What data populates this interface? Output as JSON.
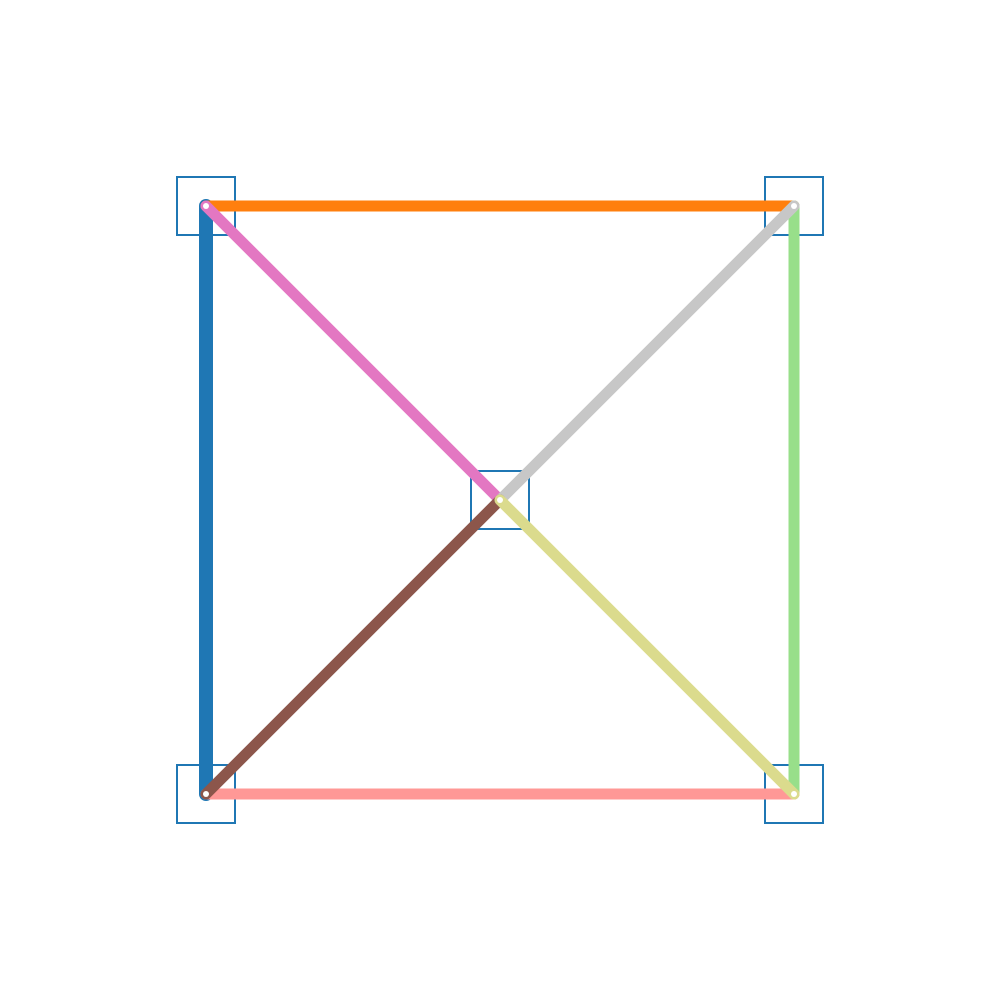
{
  "diagram": {
    "type": "graph",
    "background": "#ffffff",
    "node_box_color": "#1f77b4",
    "node_dot_color": "#ffffff",
    "nodes": [
      {
        "id": "top-left"
      },
      {
        "id": "top-right"
      },
      {
        "id": "bottom-left"
      },
      {
        "id": "bottom-right"
      },
      {
        "id": "center"
      }
    ],
    "edges": [
      {
        "id": "left",
        "from": "top-left",
        "to": "bottom-left",
        "color": "#1f77b4",
        "weight": 3
      },
      {
        "id": "top",
        "from": "top-left",
        "to": "top-right",
        "color": "#ff7f0e",
        "weight": 2
      },
      {
        "id": "right",
        "from": "top-right",
        "to": "bottom-right",
        "color": "#98df8a",
        "weight": 2
      },
      {
        "id": "bottom",
        "from": "bottom-left",
        "to": "bottom-right",
        "color": "#ff9896",
        "weight": 2
      },
      {
        "id": "diag-tl-center",
        "from": "top-left",
        "to": "center",
        "color": "#e377c2",
        "weight": 2
      },
      {
        "id": "diag-center-tr",
        "from": "center",
        "to": "top-right",
        "color": "#c7c7c7",
        "weight": 2
      },
      {
        "id": "diag-bl-center",
        "from": "bottom-left",
        "to": "center",
        "color": "#8c564b",
        "weight": 2
      },
      {
        "id": "diag-center-br",
        "from": "center",
        "to": "bottom-right",
        "color": "#dbdb8d",
        "weight": 2
      }
    ]
  }
}
